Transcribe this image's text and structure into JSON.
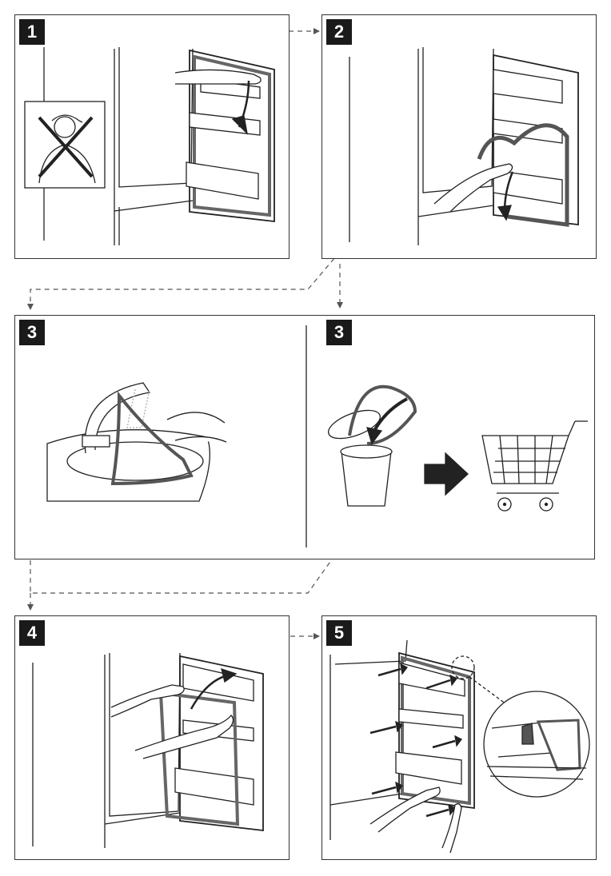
{
  "steps": [
    {
      "label": "1"
    },
    {
      "label": "2"
    },
    {
      "label": "3"
    },
    {
      "label": "3"
    },
    {
      "label": "4"
    },
    {
      "label": "5"
    }
  ]
}
